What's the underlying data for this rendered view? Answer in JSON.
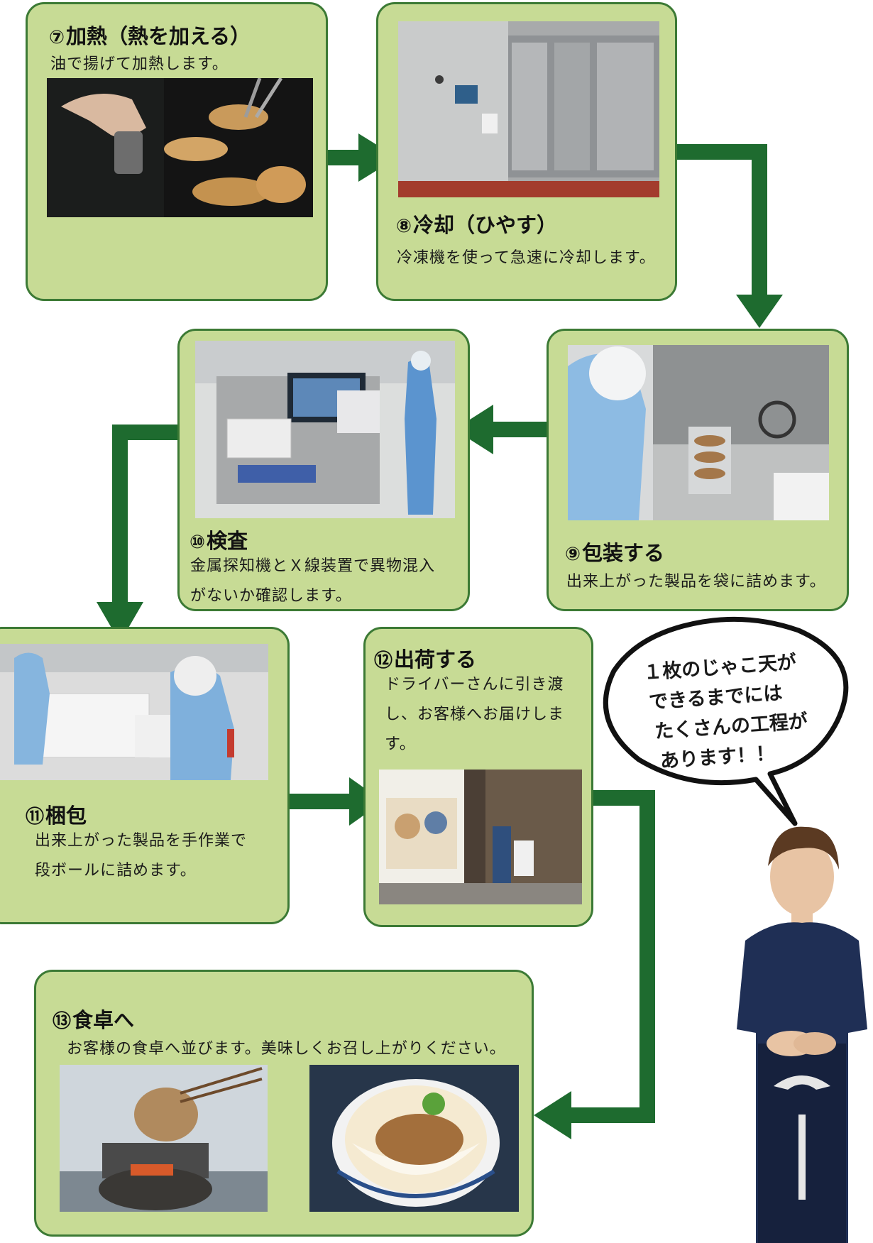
{
  "steps": {
    "s7": {
      "num": "⑦",
      "title": "加熱（熱を加える）",
      "lines": [
        "油で揚げて加熱します。"
      ]
    },
    "s8": {
      "num": "⑧",
      "title": "冷却（ひやす）",
      "lines": [
        "冷凍機を使って急速に冷却します。"
      ]
    },
    "s9": {
      "num": "⑨",
      "title": "包装する",
      "lines": [
        "出来上がった製品を袋に詰めます。"
      ]
    },
    "s10": {
      "num": "⑩",
      "title": "検査",
      "lines": [
        "金属探知機とＸ線装置で異物混入",
        "がないか確認します。"
      ]
    },
    "s11": {
      "num": "⑪",
      "title": "梱包",
      "lines": [
        "出来上がった製品を手作業で",
        "段ボールに詰めます。"
      ]
    },
    "s12": {
      "num": "⑫",
      "title": "出荷する",
      "lines": [
        "ドライバーさんに引き渡",
        "し、お客様へお届けしま",
        "す。"
      ]
    },
    "s13": {
      "num": "⑬",
      "title": "食卓へ",
      "lines": [
        "お客様の食卓へ並びます。美味しくお召し上がりください。"
      ]
    }
  },
  "speech": {
    "lines": [
      "１枚のじゃこ天が",
      "できるまでには",
      "たくさんの工程が",
      "あります！！"
    ]
  },
  "colors": {
    "card_bg": "#c7db95",
    "card_border": "#3c7a35",
    "arrow": "#1e6b2f"
  }
}
